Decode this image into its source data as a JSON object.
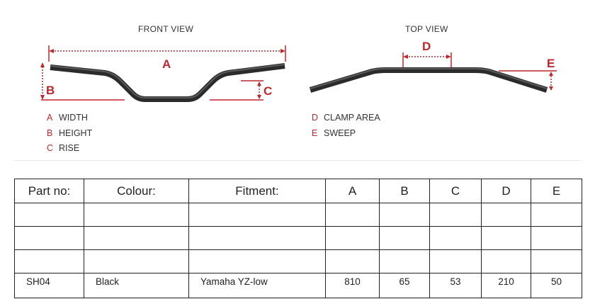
{
  "front_view": {
    "title": "FRONT VIEW",
    "dimensions": [
      "A",
      "B",
      "C"
    ]
  },
  "top_view": {
    "title": "TOP VIEW",
    "dimensions": [
      "D",
      "E"
    ]
  },
  "accent_color": "#c0272d",
  "legend_left": [
    {
      "key": "A",
      "label": "WIDTH"
    },
    {
      "key": "B",
      "label": "HEIGHT"
    },
    {
      "key": "C",
      "label": "RISE"
    }
  ],
  "legend_right": [
    {
      "key": "D",
      "label": "CLAMP AREA"
    },
    {
      "key": "E",
      "label": "SWEEP"
    }
  ],
  "table": {
    "headers": [
      "Part no:",
      "Colour:",
      "Fitment:",
      "A",
      "B",
      "C",
      "D",
      "E"
    ],
    "rows": [
      [
        "SH04",
        "Black",
        "Yamaha YZ-low",
        "810",
        "65",
        "53",
        "210",
        "50"
      ]
    ]
  }
}
